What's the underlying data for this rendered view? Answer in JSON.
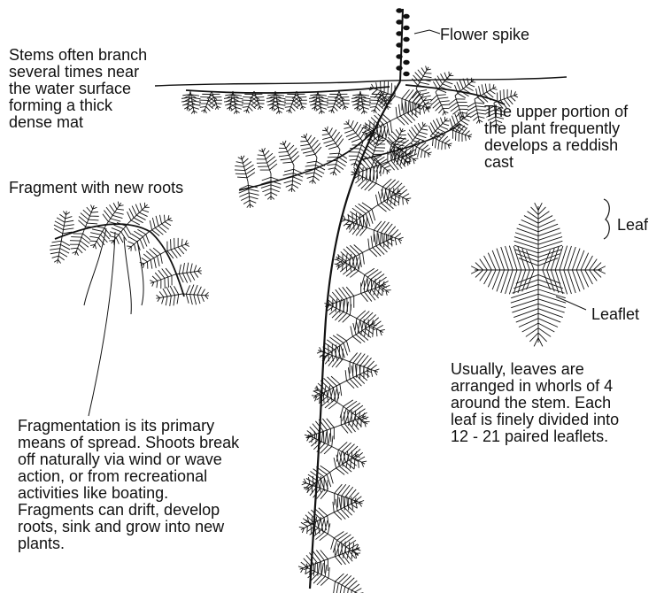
{
  "labels": {
    "stems": "Stems often branch\nseveral times near\nthe water surface\nforming a thick\ndense mat",
    "flower_spike": "Flower spike",
    "upper_portion": "The upper portion of\nthe plant frequently\ndevelops a reddish\ncast",
    "fragment": "Fragment with new roots",
    "leaf": "Leaf",
    "leaflet": "Leaflet",
    "whorls": "Usually, leaves are\narranged in whorls of 4\naround the stem. Each\nleaf is finely divided into\n12 - 21 paired leaflets.",
    "fragmentation": "Fragmentation is its primary\nmeans of spread. Shoots break\noff naturally via wind or wave\naction, or from recreational\nactivities like boating.\nFragments can drift, develop\nroots, sink and grow into new\nplants."
  },
  "colors": {
    "ink": "#111111",
    "background": "#ffffff"
  }
}
